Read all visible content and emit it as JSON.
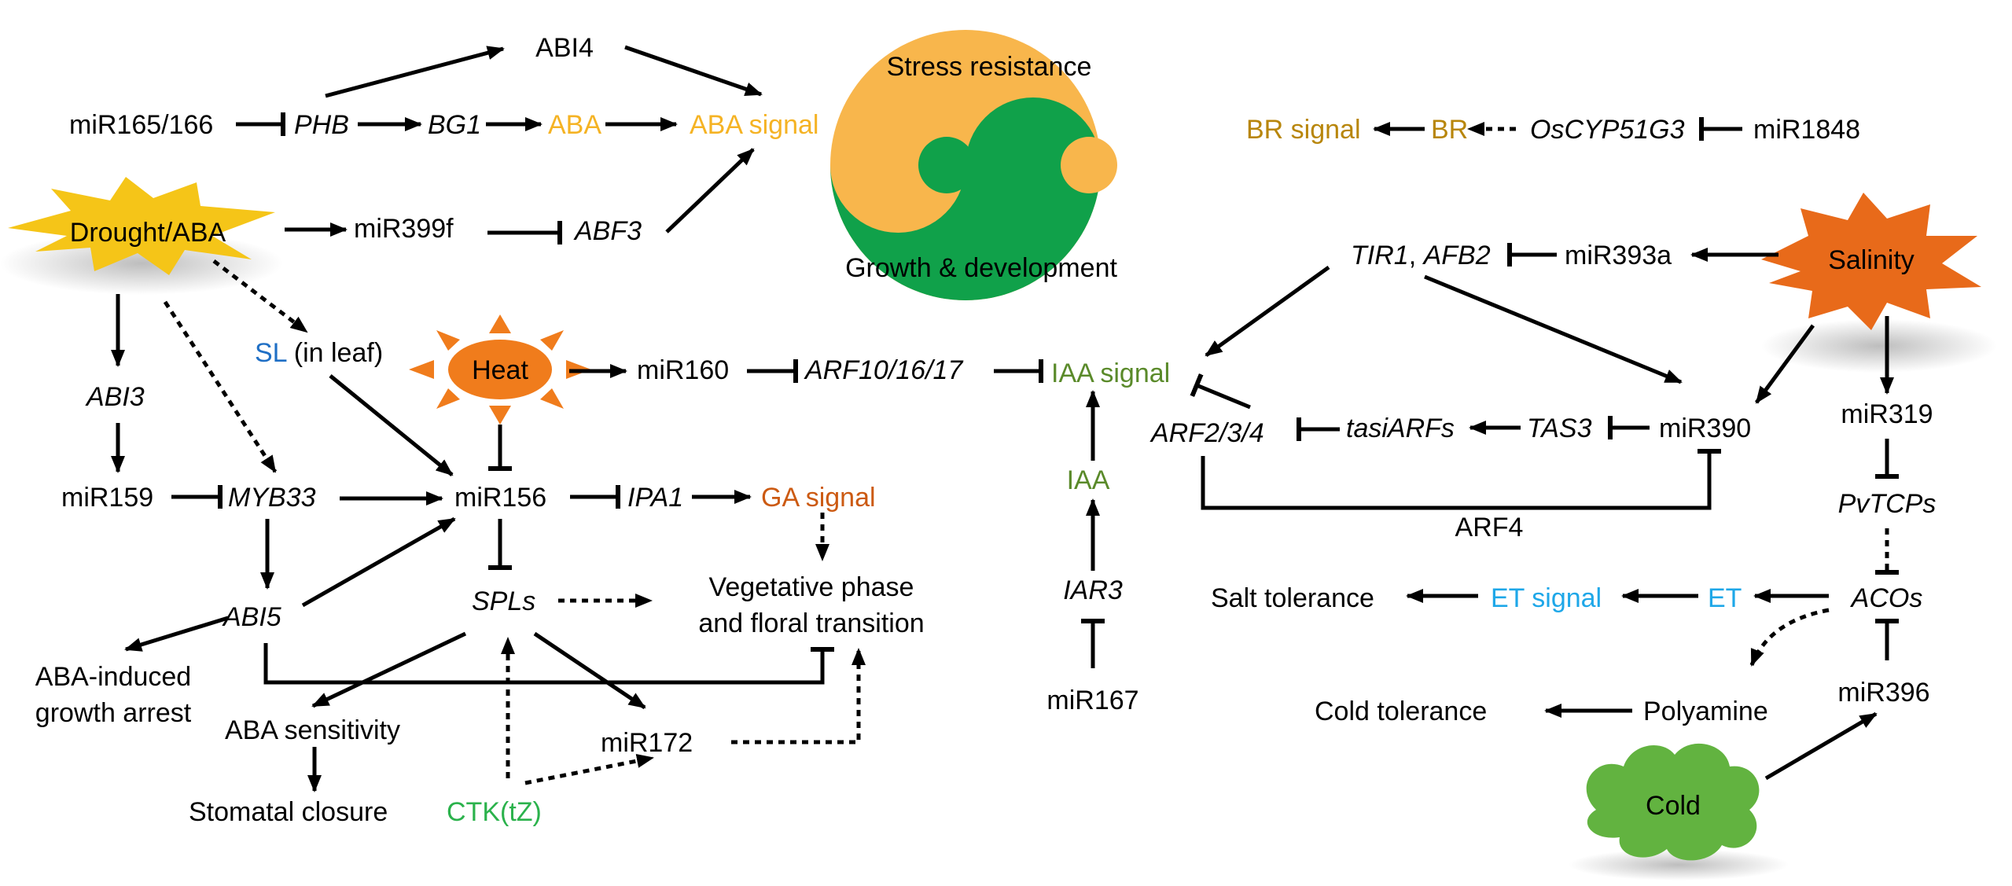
{
  "colors": {
    "aba": "#f5b324",
    "br": "#b8860b",
    "sl": "#1f6fc5",
    "ga": "#cc5a12",
    "iaa": "#5a8a2a",
    "et": "#1ea7e8",
    "ctk": "#2bb24c",
    "yin_orange": "#f8b64c",
    "yin_green": "#10a14a",
    "drought": "#f5c518",
    "heat": "#f07c1c",
    "salinity": "#e86a1a",
    "cold": "#62b340"
  },
  "nodes": {
    "abi4": "ABI4",
    "mir165": "miR165/166",
    "phb": "PHB",
    "bg1": "BG1",
    "aba": "ABA",
    "aba_signal": "ABA signal",
    "drought": "Drought/ABA",
    "mir399f": "miR399f",
    "abf3": "ABF3",
    "sl": "SL",
    "sl_suffix": " (in leaf)",
    "heat": "Heat",
    "mir160": "miR160",
    "arf10": "ARF10/16/17",
    "iaa_signal": "IAA signal",
    "abi3": "ABI3",
    "mir159": "miR159",
    "myb33": "MYB33",
    "mir156": "miR156",
    "ipa1": "IPA1",
    "ga_signal": "GA signal",
    "spls": "SPLs",
    "veg_1": "Vegetative phase",
    "veg_2": "and floral transition",
    "abi5": "ABI5",
    "aba_arrest_1": "ABA-induced",
    "aba_arrest_2": "growth arrest",
    "aba_sens": "ABA sensitivity",
    "mir172": "miR172",
    "stomatal": "Stomatal closure",
    "ctk": "CTK(tZ)",
    "iaa": "IAA",
    "iar3": "IAR3",
    "mir167": "miR167",
    "stress": "Stress resistance",
    "growth": "Growth & development",
    "br_signal": "BR signal",
    "br": "BR",
    "oscyp": "OsCYP51G3",
    "mir1848": "miR1848",
    "tir1": "TIR1",
    "comma": ", ",
    "afb2": "AFB2",
    "mir393a": "miR393a",
    "salinity": "Salinity",
    "arf234": "ARF2/3/4",
    "tasiarfs": "tasiARFs",
    "tas3": "TAS3",
    "mir390": "miR390",
    "arf4": "ARF4",
    "mir319": "miR319",
    "pvtcps": "PvTCPs",
    "salt_tol": "Salt tolerance",
    "et_signal": "ET signal",
    "et": "ET",
    "acos": "ACOs",
    "cold_tol": "Cold tolerance",
    "polyamine": "Polyamine",
    "mir396": "miR396",
    "cold": "Cold"
  }
}
